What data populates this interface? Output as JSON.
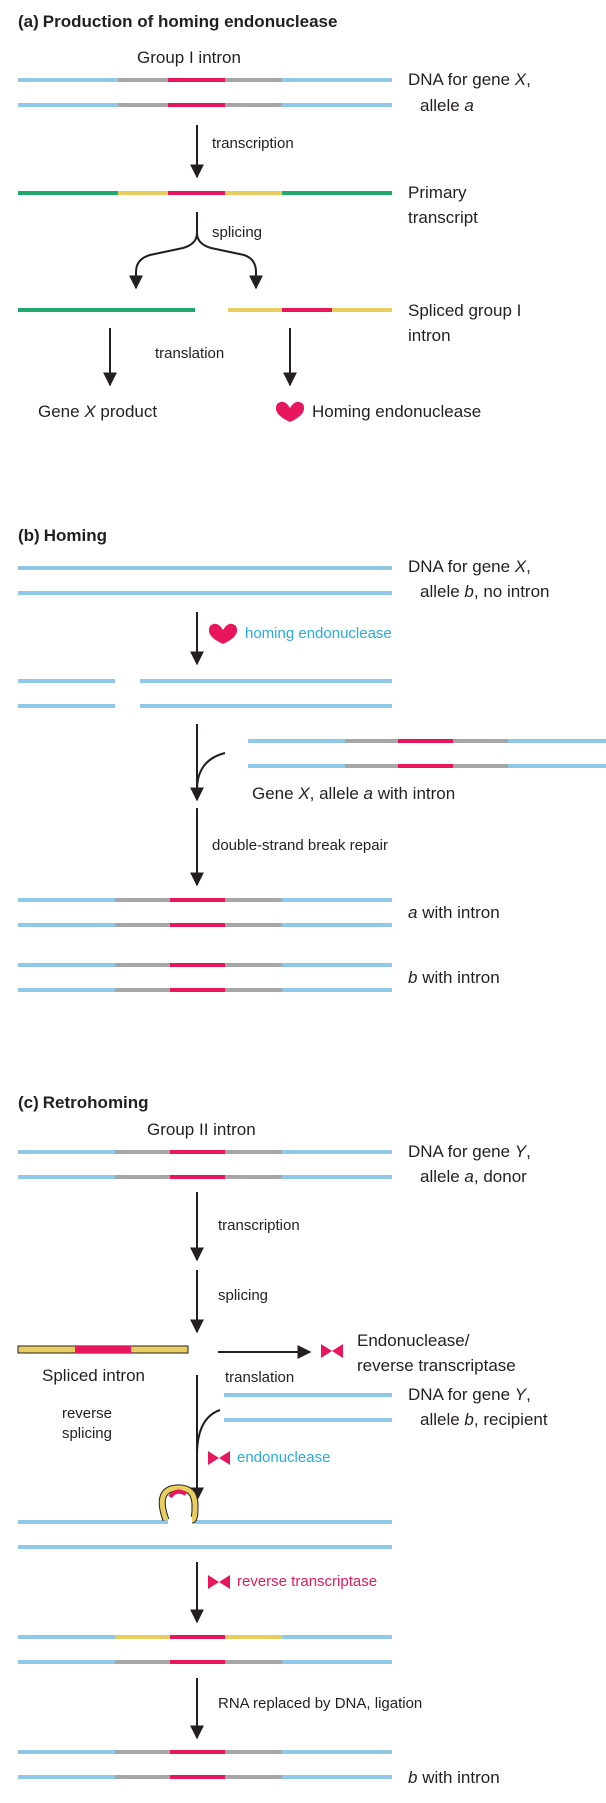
{
  "colors": {
    "dna": "#8fc9ea",
    "exon_rna": "#1faa6b",
    "intron_gray": "#a6a6a6",
    "intron_red": "#e8175d",
    "intron_yellow": "#e8cd5f",
    "arrow": "#231f20",
    "label_blue": "#29abe2",
    "label_red": "#e5185d"
  },
  "icons": {
    "enzyme": "homing-endonuclease-blob-icon",
    "enzyme2": "endonuclease-reverse-transcriptase-bowtie-icon"
  },
  "panel_a": {
    "tag": "(a)",
    "title": "Production of homing endonuclease",
    "group_label": "Group I intron",
    "dna_label_1": "DNA for gene ",
    "dna_label_gene": "X",
    "dna_label_2": ",",
    "dna_label_3": "allele ",
    "dna_label_allele": "a",
    "step_transcription": "transcription",
    "primary_1": "Primary",
    "primary_2": "transcript",
    "step_splicing": "splicing",
    "spliced_1": "Spliced group I",
    "spliced_2": "intron",
    "step_translation": "translation",
    "product_1": "Gene ",
    "product_gene": "X",
    "product_2": " product",
    "enzyme_label": "Homing endonuclease"
  },
  "panel_b": {
    "tag": "(b)",
    "title": "Homing",
    "dna_label_1": "DNA for gene ",
    "dna_label_gene": "X",
    "dna_label_2": ",",
    "dna_label_3": "allele ",
    "dna_label_allele": "b",
    "dna_label_4": ", no intron",
    "enzyme_label": "homing endonuclease",
    "donor_1": "Gene ",
    "donor_gene": "X",
    "donor_2": ", allele ",
    "donor_allele": "a",
    "donor_3": " with intron",
    "step_repair": "double-strand break repair",
    "result_a_allele": "a",
    "result_a": " with intron",
    "result_b_allele": "b",
    "result_b": " with intron"
  },
  "panel_c": {
    "tag": "(c)",
    "title": "Retrohoming",
    "group_label": "Group II intron",
    "dna_label_1": "DNA for gene ",
    "dna_label_gene": "Y",
    "dna_label_2": ",",
    "dna_label_3": "allele ",
    "dna_label_allele": "a",
    "dna_label_4": ", donor",
    "step_transcription": "transcription",
    "step_splicing": "splicing",
    "spliced_label": "Spliced intron",
    "step_translation": "translation",
    "enzyme_1": "Endonuclease/",
    "enzyme_2": "reverse transcriptase",
    "step_reverse_1": "reverse",
    "step_reverse_2": "splicing",
    "recipient_1": "DNA for gene ",
    "recipient_gene": "Y",
    "recipient_2": ",",
    "recipient_3": "allele ",
    "recipient_allele": "b",
    "recipient_4": ", recipient",
    "enzyme_endo": "endonuclease",
    "enzyme_rt": "reverse transcriptase",
    "step_ligation": "RNA replaced by DNA, ligation",
    "result_allele": "b",
    "result": " with intron"
  }
}
